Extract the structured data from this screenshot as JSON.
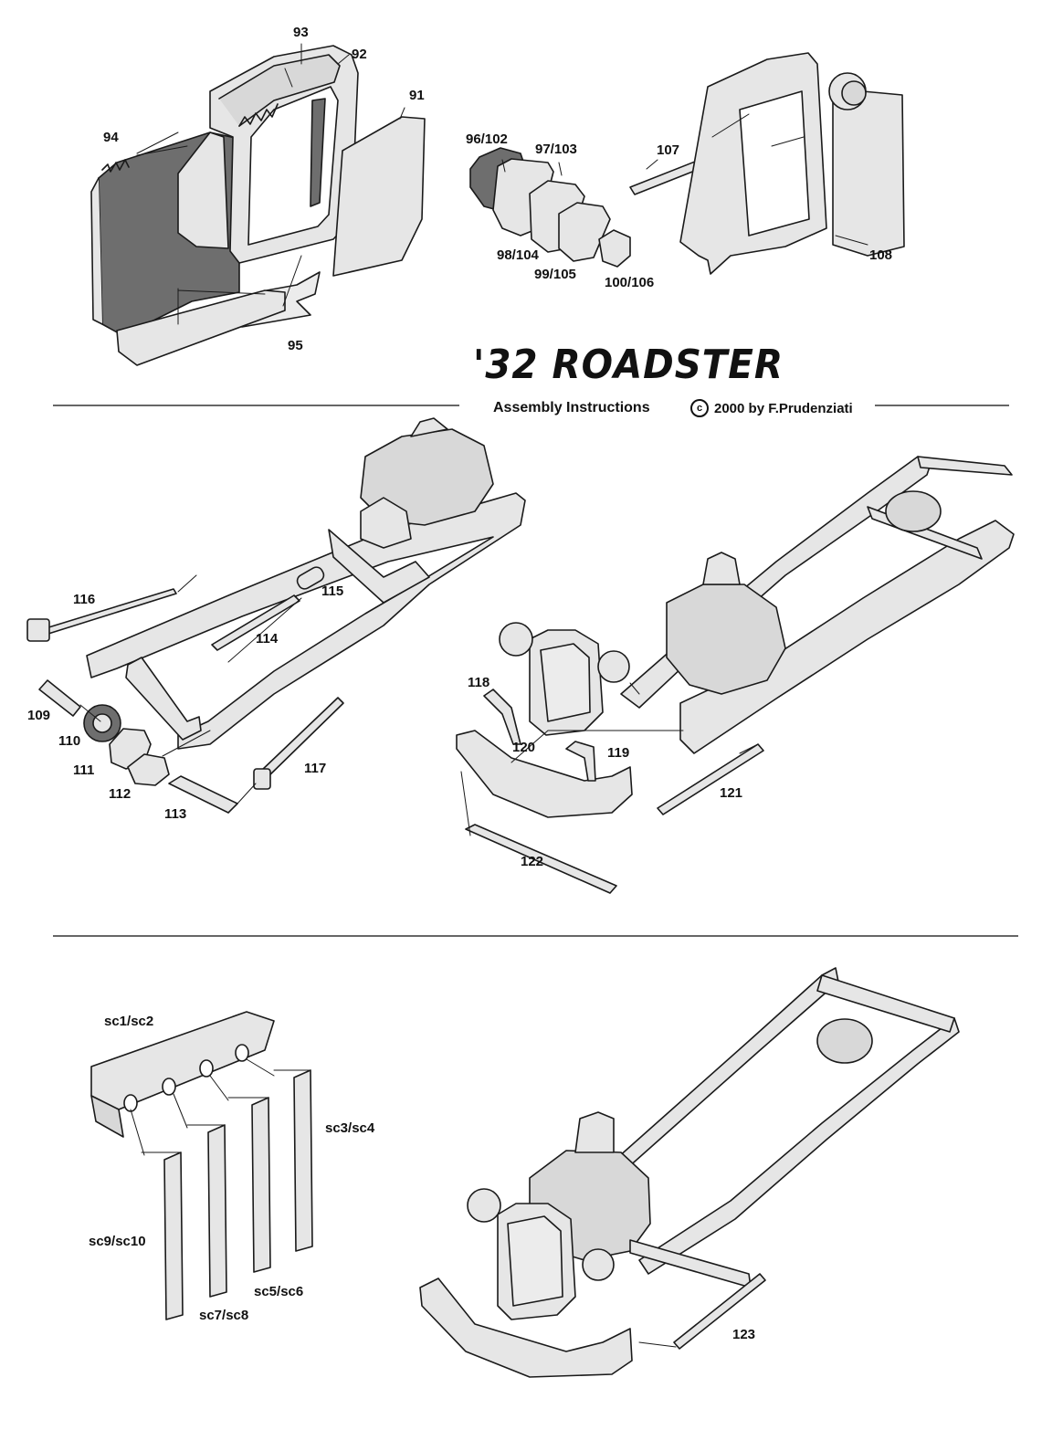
{
  "header": {
    "title": "'32  ROADSTER",
    "subtitle": "Assembly Instructions",
    "copyright_symbol": "c",
    "copyright": "2000 by F.Prudenziati"
  },
  "labels": {
    "p93": "93",
    "p92": "92",
    "p91": "91",
    "p94": "94",
    "p95": "95",
    "p96_102": "96/102",
    "p97_103": "97/103",
    "p98_104": "98/104",
    "p99_105": "99/105",
    "p100_106": "100/106",
    "p107": "107",
    "p108": "108",
    "p116": "116",
    "p115": "115",
    "p114": "114",
    "p109": "109",
    "p110": "110",
    "p111": "111",
    "p112": "112",
    "p113": "113",
    "p117": "117",
    "p118": "118",
    "p120": "120",
    "p119": "119",
    "p121": "121",
    "p122": "122",
    "sc1_sc2": "sc1/sc2",
    "sc3_sc4": "sc3/sc4",
    "sc9_sc10": "sc9/sc10",
    "sc5_sc6": "sc5/sc6",
    "sc7_sc8": "sc7/sc8",
    "p123": "123"
  },
  "colors": {
    "part_fill": "#e6e6e6",
    "dark_fill": "#6e6e6e",
    "line": "#1a1a1a"
  }
}
